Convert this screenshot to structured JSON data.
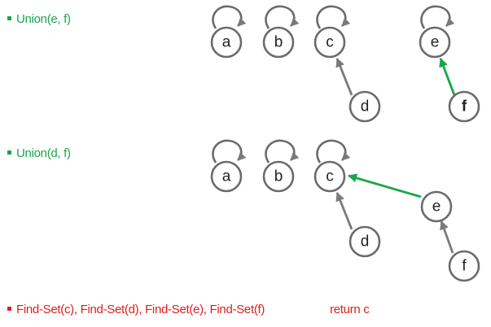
{
  "steps": [
    {
      "label": "Union(e, f)",
      "nodes": {
        "a": "a",
        "b": "b",
        "c": "c",
        "d": "d",
        "e": "e",
        "f": "f"
      }
    },
    {
      "label": "Union(d, f)",
      "nodes": {
        "a": "a",
        "b": "b",
        "c": "c",
        "d": "d",
        "e": "e",
        "f": "f"
      }
    }
  ],
  "query": {
    "label": "Find-Set(c), Find-Set(d), Find-Set(e), Find-Set(f)",
    "result": "return  c"
  },
  "colors": {
    "step_text": "#1aa64a",
    "query_text": "#e11d1d",
    "new_edge": "#1aa64a",
    "tree_edge": "#7a7a7a"
  }
}
